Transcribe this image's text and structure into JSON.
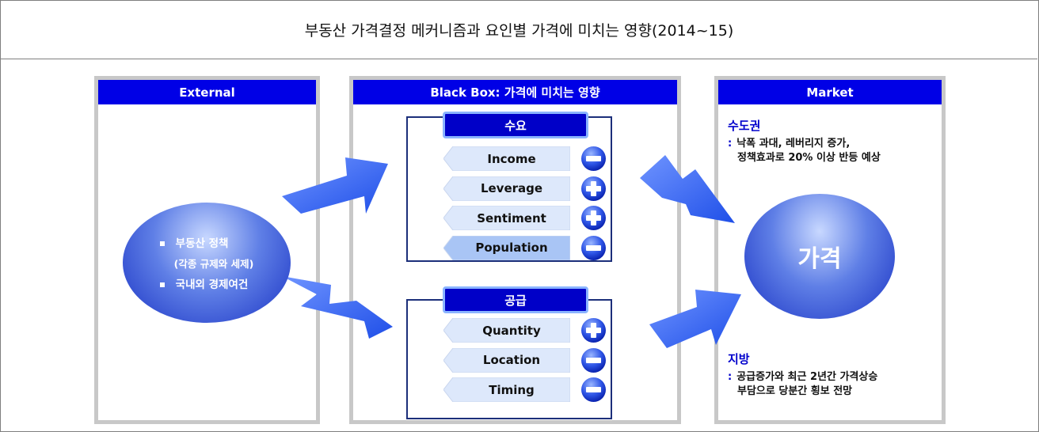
{
  "title": "부동산 가격결정 메커니즘과 요인별 가격에 미치는 영향(2014~15)",
  "panels": {
    "external": {
      "header": "External",
      "items": [
        "부동산 정책",
        "(각종 규제와 세제)",
        "국내외 경제여건"
      ]
    },
    "blackbox": {
      "header": "Black Box: 가격에 미치는 영향",
      "demand": {
        "label": "수요",
        "factors": [
          {
            "name": "Income",
            "sign": "minus"
          },
          {
            "name": "Leverage",
            "sign": "plus"
          },
          {
            "name": "Sentiment",
            "sign": "plus"
          },
          {
            "name": "Population",
            "sign": "minus"
          }
        ]
      },
      "supply": {
        "label": "공급",
        "factors": [
          {
            "name": "Quantity",
            "sign": "plus"
          },
          {
            "name": "Location",
            "sign": "minus"
          },
          {
            "name": "Timing",
            "sign": "minus"
          }
        ]
      }
    },
    "market": {
      "header": "Market",
      "price_label": "가격",
      "capital": {
        "heading": "수도권",
        "colon": ":",
        "line1": "낙폭 과대, 레버리지 증가,",
        "line2": "정책효과로 20% 이상 반등 예상"
      },
      "local": {
        "heading": "지방",
        "colon": ":",
        "line1": "공급증가와 최근 2년간 가격상승",
        "line2": "부담으로 당분간 횡보 전망"
      }
    }
  },
  "colors": {
    "header_blue": "#0000e6",
    "factor_fill": "#dde8fb",
    "arrow_blue": "#2a5cf0"
  }
}
